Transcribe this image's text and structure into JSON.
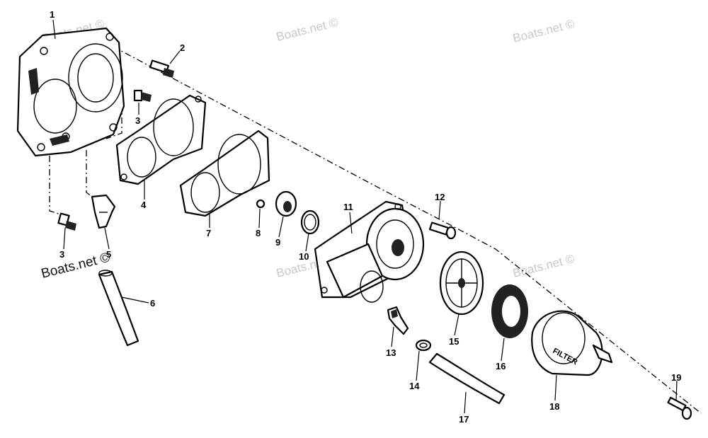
{
  "watermarks": [
    {
      "text": "Boats.net ©",
      "style": "light"
    },
    {
      "text": "Boats.net ©",
      "style": "light"
    },
    {
      "text": "Boats.net ©",
      "style": "light"
    },
    {
      "text": "Boats.net ©",
      "style": "light"
    },
    {
      "text": "Boats.net ©",
      "style": "light"
    },
    {
      "text": "Boats.net ©",
      "style": "dark"
    }
  ],
  "filter_label": "FILTER",
  "callouts": [
    "1",
    "2",
    "3",
    "3",
    "4",
    "5",
    "6",
    "7",
    "8",
    "9",
    "10",
    "11",
    "12",
    "13",
    "14",
    "15",
    "16",
    "17",
    "18",
    "19"
  ]
}
